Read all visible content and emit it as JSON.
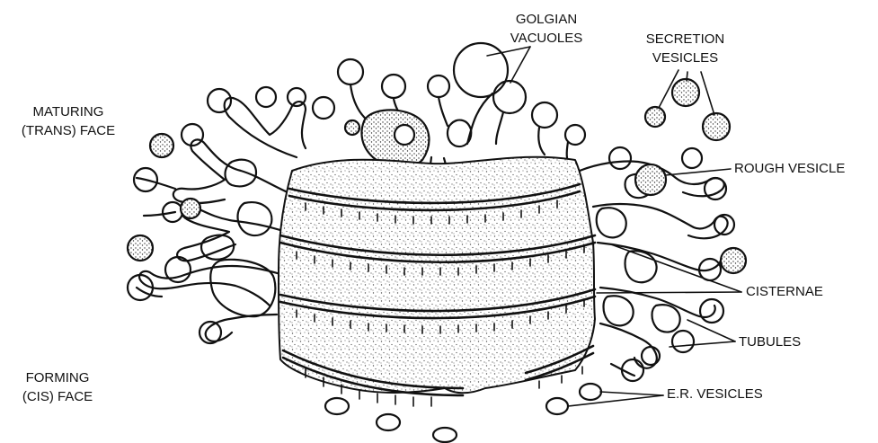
{
  "colors": {
    "ink": "#111111",
    "paper": "#ffffff",
    "stipple": "#555555"
  },
  "labels": {
    "golgian_vacuoles": [
      "GOLGIAN",
      "VACUOLES"
    ],
    "secretion_vesicles": [
      "SECRETION",
      "VESICLES"
    ],
    "maturing_face": [
      "MATURING",
      "(TRANS) FACE"
    ],
    "rough_vesicle": "ROUGH VESICLE",
    "cisternae": "CISTERNAE",
    "tubules": "TUBULES",
    "forming_face": [
      "FORMING",
      "(CIS) FACE"
    ],
    "er_vesicles": "E.R. VESICLES"
  },
  "icons": {
    "golgi": "golgi-apparatus-illustration"
  }
}
